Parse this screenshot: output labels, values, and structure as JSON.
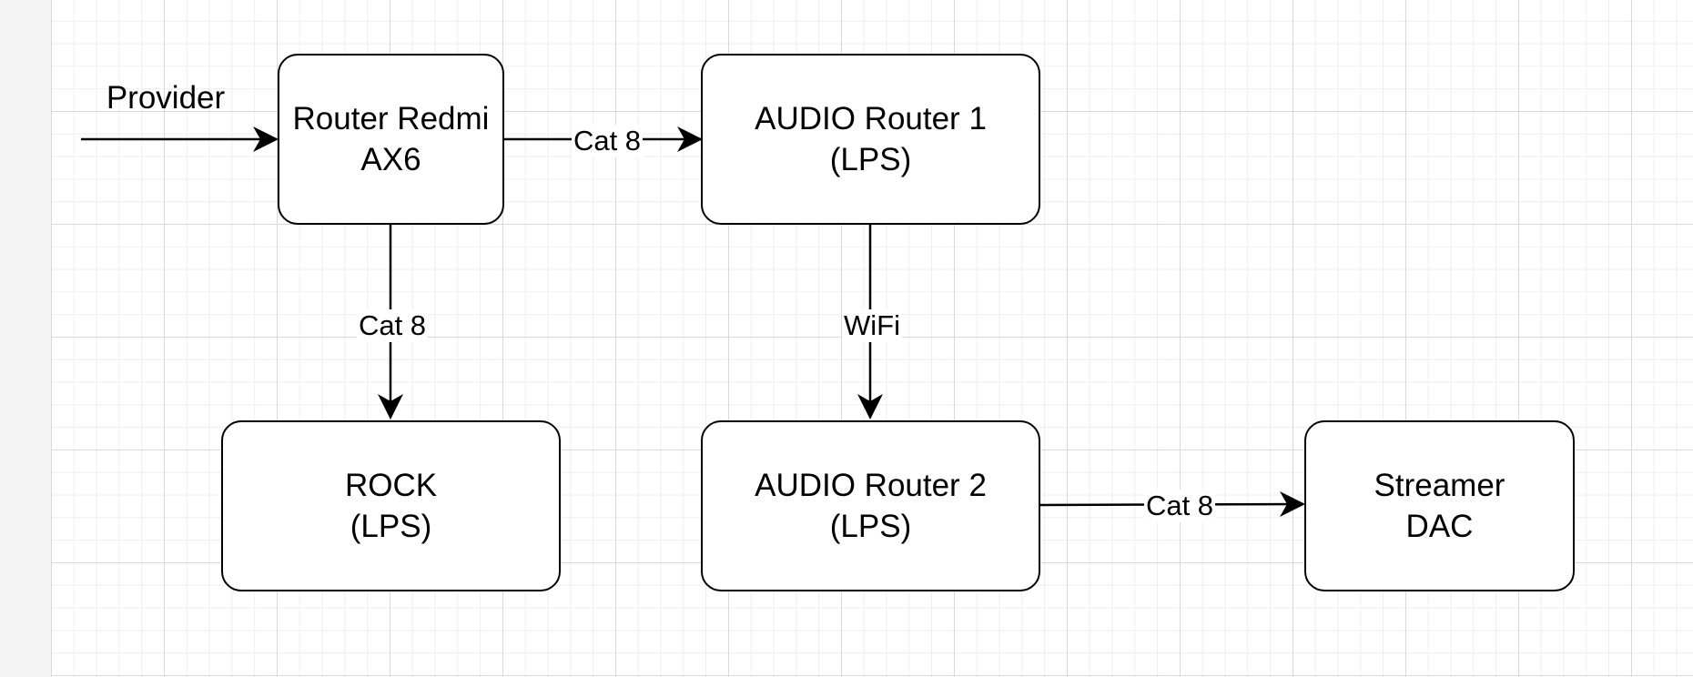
{
  "diagram": {
    "nodes": {
      "router_redmi": {
        "line1": "Router Redmi",
        "line2": "AX6"
      },
      "audio_router_1": {
        "line1": "AUDIO Router 1",
        "line2": "(LPS)"
      },
      "rock": {
        "line1": "ROCK",
        "line2": "(LPS)"
      },
      "audio_router_2": {
        "line1": "AUDIO Router 2",
        "line2": "(LPS)"
      },
      "streamer": {
        "line1": "Streamer",
        "line2": "DAC"
      }
    },
    "edges": {
      "provider_to_redmi": {
        "label": "Provider"
      },
      "redmi_to_audio1": {
        "label": "Cat 8"
      },
      "redmi_to_rock": {
        "label": "Cat 8"
      },
      "audio1_to_audio2": {
        "label": "WiFi"
      },
      "audio2_to_streamer": {
        "label": "Cat 8"
      }
    }
  }
}
